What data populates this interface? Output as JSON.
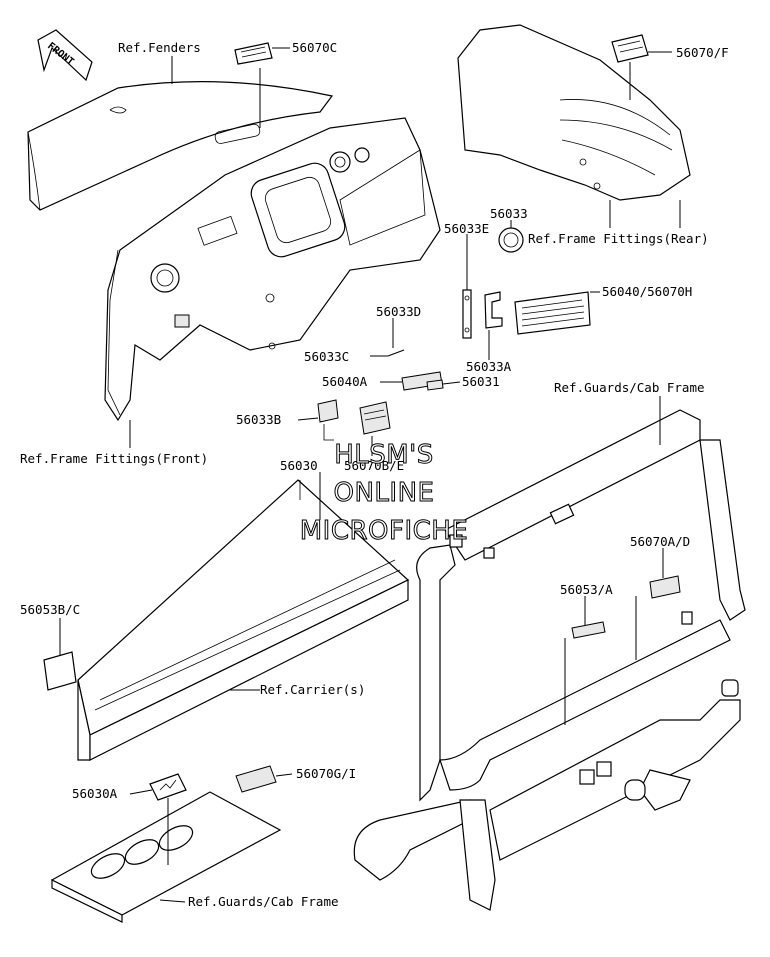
{
  "front_badge": "FRONT",
  "watermark": [
    "HLSM'S",
    "ONLINE",
    "MICROFICHE"
  ],
  "labels": {
    "ref_fenders": "Ref.Fenders",
    "p56070c": "56070C",
    "p56070f": "56070/F",
    "p56033": "56033",
    "ref_frame_rear": "Ref.Frame Fittings(Rear)",
    "p56033e": "56033E",
    "p56040_56070h": "56040/56070H",
    "p56033d": "56033D",
    "p56033c": "56033C",
    "p56033a": "56033A",
    "p56040a": "56040A",
    "p56031": "56031",
    "ref_guards_top": "Ref.Guards/Cab Frame",
    "p56033b": "56033B",
    "ref_frame_front": "Ref.Frame Fittings(Front)",
    "p56030": "56030",
    "p56070be": "56070B/E",
    "p56070ad": "56070A/D",
    "p56053a": "56053/A",
    "p56053bc": "56053B/C",
    "ref_carrier": "Ref.Carrier(s)",
    "p56030a": "56030A",
    "p56070gi": "56070G/I",
    "ref_guards_bottom": "Ref.Guards/Cab Frame"
  }
}
